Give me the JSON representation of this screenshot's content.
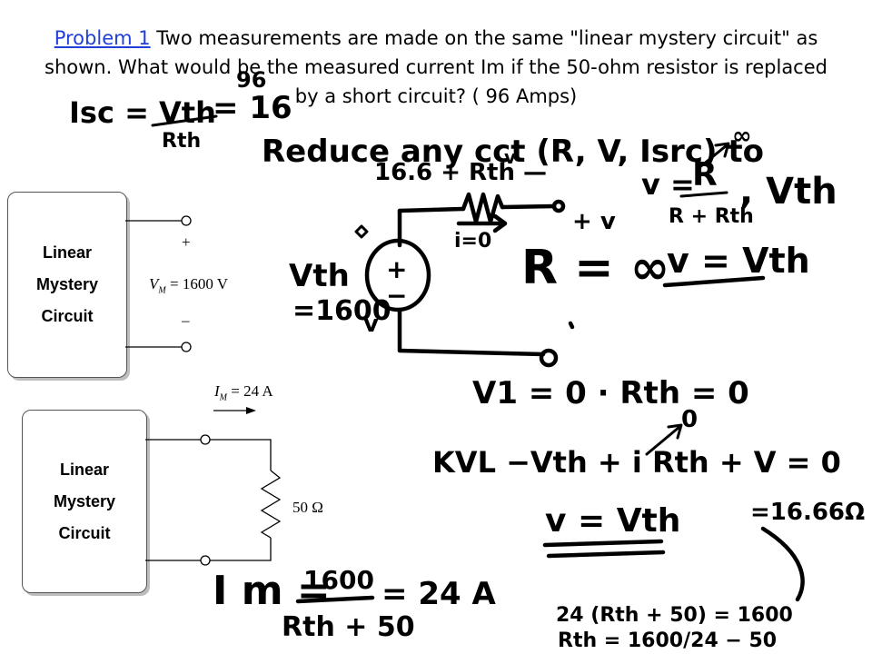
{
  "problem": {
    "link_text": "Problem 1",
    "statement": " Two measurements are made on the same \"linear mystery circuit\" as shown. What would be the measured current Im if the 50-ohm resistor is replaced by a short circuit?   ( 96 Amps)"
  },
  "circuit_top": {
    "box_lines": [
      "Linear",
      "Mystery",
      "Circuit"
    ],
    "plus_sign": "+",
    "minus_sign": "–",
    "voltage_symbol": "V",
    "voltage_sub": "M",
    "voltage_value": " = 1600 V"
  },
  "circuit_bottom": {
    "box_lines": [
      "Linear",
      "Mystery",
      "Circuit"
    ],
    "current_symbol": "I",
    "current_sub": "M",
    "current_value": " = 24 A",
    "resistor_value": "50 Ω"
  },
  "handwriting": {
    "isc_1": "Isc = Vth",
    "isc_96": "96",
    "isc_eq": "= 16",
    "isc_rth": "Rth",
    "reduce": "Reduce any cct (R, V, Isrc) to",
    "inf_small": "∞",
    "rth_line": "16.6   + Rth  —",
    "v_small": "v",
    "plus_v": "+  v",
    "i_zero": "i=0",
    "vth_lbl": "Vth",
    "eq1600": "=1600",
    "v_low": "v",
    "src_plus": "+",
    "src_minus": "−",
    "r_inf": "R = ∞",
    "v_eq_top": "v =",
    "r_big": "R",
    "r_plus_rth": "R + Rth",
    "vth_top": ", Vth",
    "v_eq_vth": "v = Vth",
    "v1_eq": "V1 = 0 · Rth = 0",
    "zero_small": "0",
    "kvl": "KVL   −Vth + i Rth + V = 0",
    "v_vth_low": "v = Vth",
    "rth_val": "=16.66Ω",
    "im_lhs": "I m =",
    "im_num": "1600",
    "im_den": "Rth + 50",
    "im_eq": "= 24 A",
    "eq_line1": "24 (Rth + 50) = 1600",
    "eq_line2": "Rth = 1600/24 − 50"
  }
}
